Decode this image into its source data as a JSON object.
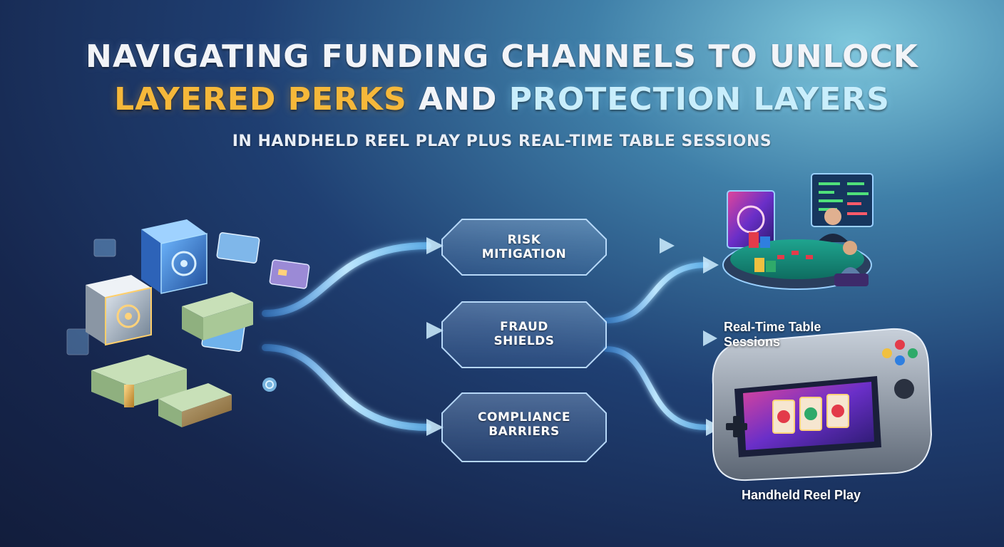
{
  "header": {
    "title_line1": "NAVIGATING FUNDING CHANNELS TO UNLOCK",
    "title_line2_part1": "LAYERED PERKS",
    "title_line2_part2": " AND ",
    "title_line2_part3": "PROTECTION LAYERS",
    "subtitle": "IN HANDHELD REEL PLAY PLUS REAL-TIME TABLE SESSIONS"
  },
  "diagram": {
    "sources": [
      {
        "name": "safe-vault-icon"
      },
      {
        "name": "cash-stack-icon"
      },
      {
        "name": "credit-card-icon"
      },
      {
        "name": "coin-icon"
      }
    ],
    "layers": [
      {
        "label_line1": "RISK",
        "label_line2": "MITIGATION"
      },
      {
        "label_line1": "FRAUD",
        "label_line2": "SHIELDS"
      },
      {
        "label_line1": "COMPLIANCE",
        "label_line2": "BARRIERS"
      }
    ],
    "destinations": [
      {
        "label_line1": "Real-Time Table",
        "label_line2": "Sessions",
        "icon": "live-dealer-table-icon"
      },
      {
        "label": "Handheld Reel Play",
        "icon": "handheld-console-icon"
      }
    ]
  },
  "colors": {
    "accent_gold": "#f6b83a",
    "accent_cyan": "#c9eefc",
    "flow_glow": "#8fd4ff",
    "background_dark": "#16264d"
  }
}
